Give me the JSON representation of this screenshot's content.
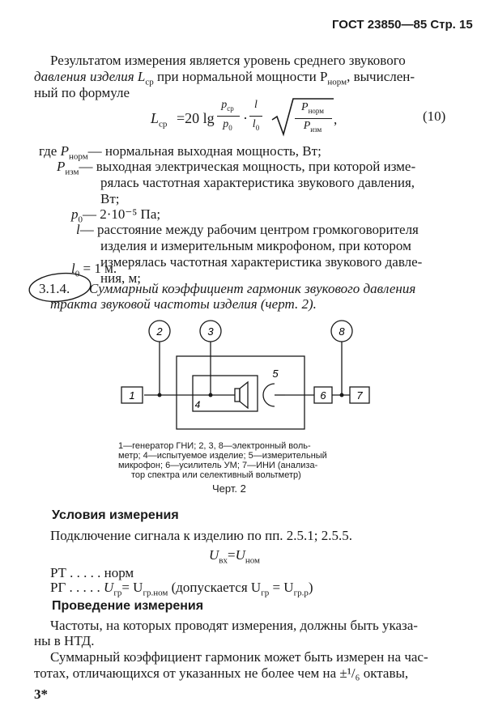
{
  "header": {
    "text": "ГОСТ 23850—85 Стр. 15"
  },
  "intro": {
    "line1": "Результатом  измерения является уровень среднего звукового",
    "line2": "давления изделия L",
    "line2_sub": "ср",
    "line2_b": " при нормальной мощности P",
    "line2_sub2": "норм",
    "line2_c": ", вычислен-",
    "line3": "ный по формуле"
  },
  "formula": {
    "lhs": "L",
    "lhs_sub": "ср",
    "eq": "=20 lg",
    "num1": "p",
    "num1_sub": "ср",
    "den1": "p",
    "den1_sub": "0",
    "num2": "l",
    "den2": "l",
    "den2_sub": "0",
    "sqrt_num": "P",
    "sqrt_num_sub": "норм",
    "sqrt_den": "P",
    "sqrt_den_sub": "изм",
    "number": "(10)"
  },
  "defs": [
    {
      "sym": "P",
      "sub": "норм",
      "text": "— нормальная выходная мощность, Вт;"
    },
    {
      "sym": "P",
      "sub": "изм",
      "text": "— выходная электрическая мощность, при которой изме-"
    },
    {
      "text": "рялась частотная характеристика звукового давления,"
    },
    {
      "text": "Вт;"
    },
    {
      "sym": "p",
      "sub": "0",
      "text": "— 2·10⁻⁵ Па;"
    },
    {
      "sym": "l",
      "text": "— расстояние  между рабочим  центром громкоговорителя"
    },
    {
      "text": "изделия  и  измерительным  микрофоном,  при котором"
    },
    {
      "text": "измерялась частотная характеристика звукового давле-"
    },
    {
      "text": "ния, м;"
    },
    {
      "sym": "l",
      "sub": "0",
      "text": " = 1  м."
    }
  ],
  "section": {
    "number": "3.1.4.",
    "line1": "Суммарный  коэффициент  гармоник  звукового  давления",
    "line2": "тракта звуковой частоты изделия (черт. 2)."
  },
  "diagram": {
    "labels": [
      "1",
      "2",
      "3",
      "4",
      "5",
      "6",
      "7",
      "8"
    ]
  },
  "legend": {
    "line1": "1—генератор ГНИ;  2, 3, 8—электронный воль-",
    "line2": "метр;  4—испытуемое изделие;  5—измерительный",
    "line3": "микрофон;  6—усилитель УМ;  7—ИНИ  (анализа-",
    "line4": "тор спектра или селективный вольтметр)",
    "caption": "Черт. 2"
  },
  "conditions": {
    "heading": "Условия измерения",
    "line1": "Подключение сигнала к изделию по пп. 2.5.1; 2.5.5.",
    "eq_lhs": "U",
    "eq_lhs_sub": "вх",
    "eq_mid": "=",
    "eq_rhs": "U",
    "eq_rhs_sub": "ном",
    "pt_label": "PT",
    "pt_dots": ". . . . .",
    "pt_value": "норм",
    "pg_label": "PГ",
    "pg_dots": ". . . . .",
    "pg_value": "U",
    "pg_sub": "гр",
    "pg_eq": "= U",
    "pg_sub2": "гр.ном",
    "pg_note": " (допускается U",
    "pg_sub3": "гр",
    "pg_note2": " = U",
    "pg_sub4": "гр.р",
    "pg_close": ")"
  },
  "procedure": {
    "heading": "Проведение измерения",
    "line1": "Частоты, на которых проводят измерения, должны быть указа-",
    "line2": "ны в НТД.",
    "line3": "Суммарный коэффициент гармоник может быть измерен на час-",
    "line4": "тотах, отличающихся  от указанных  не более чем на  ±¹/₆ октавы,"
  },
  "footer": {
    "page": "3*"
  }
}
